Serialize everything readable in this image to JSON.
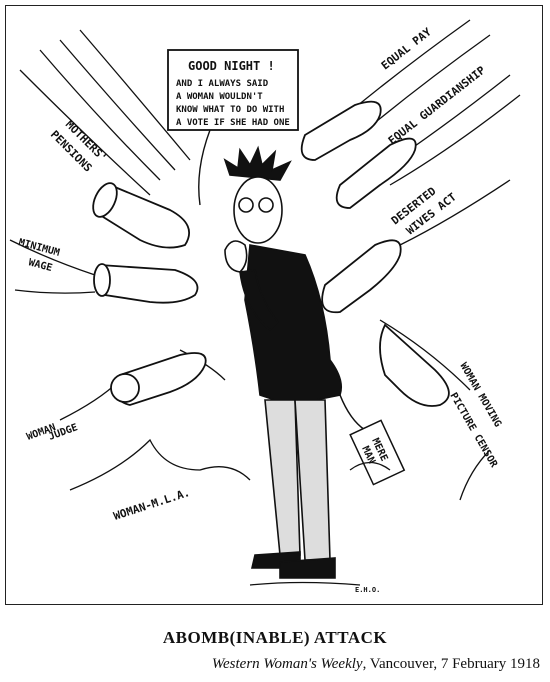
{
  "cartoon": {
    "speech_lines": [
      "GOOD NIGHT !",
      "AND I ALWAYS SAID",
      "A WOMAN WOULDN'T",
      "KNOW WHAT TO DO WITH",
      "A VOTE IF SHE HAD ONE"
    ],
    "shell_labels": {
      "equal_pay": "EQUAL PAY",
      "equal_guardianship": "EQUAL GUARDIANSHIP",
      "mothers_pensions_1": "MOTHERS'",
      "mothers_pensions_2": "PENSIONS",
      "deserted_wives_1": "DESERTED",
      "deserted_wives_2": "WIVES ACT",
      "minimum_wage_1": "MINIMUM",
      "minimum_wage_2": "WAGE",
      "woman_judge_1": "WOMAN",
      "woman_judge_2": "JUDGE",
      "woman_mla": "WOMAN-M.L.A.",
      "censor_1": "WOMAN MOVING",
      "censor_2": "PICTURE CENSOR"
    },
    "tag_1": "MERE",
    "tag_2": "MAN",
    "signature": "E.H.O."
  },
  "caption": {
    "title": "ABOMB(INABLE)  ATTACK",
    "source_publication": "Western Woman's Weekly",
    "source_rest": ", Vancouver, 7 February 1918"
  },
  "colors": {
    "ink": "#111111",
    "paper": "#ffffff"
  }
}
